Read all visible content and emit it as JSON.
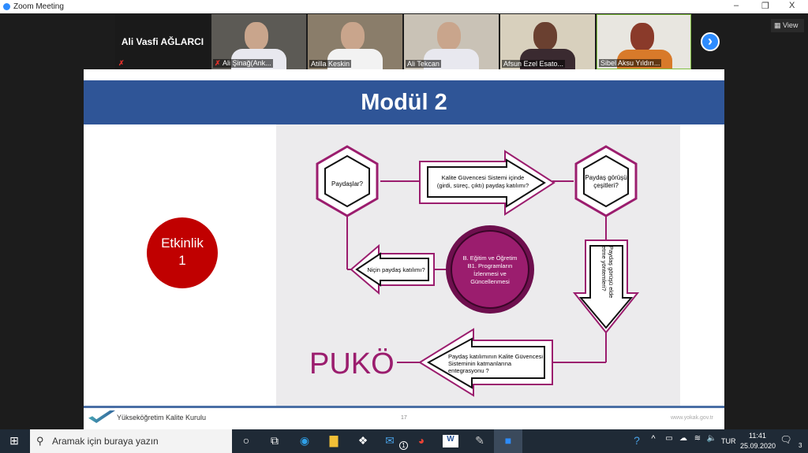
{
  "window": {
    "title": "Zoom Meeting",
    "minimize": "–",
    "restore": "❐",
    "close": "X"
  },
  "gallery": {
    "active_speaker": "Ali Vasfi AĞLARCI",
    "participants": [
      {
        "name": "Ali Şinağ(Ank...",
        "muted": true
      },
      {
        "name": "Atilla Keskin",
        "muted": false
      },
      {
        "name": "Ali Tekcan",
        "muted": false
      },
      {
        "name": "Afsun Ezel Esato...",
        "muted": false
      },
      {
        "name": "Sibel Aksu Yıldırı...",
        "muted": false
      }
    ],
    "next": "›",
    "view_label": "View"
  },
  "slide": {
    "title": "Modül 2",
    "activity": {
      "line1": "Etkinlik",
      "line2": "1"
    },
    "diagram": {
      "hex1": "Paydaşlar?",
      "arrow_right": [
        "Kalite Güvencesi Sistemi içinde",
        "(girdi, süreç, çıktı) paydaş katılımı?"
      ],
      "hex2": [
        "Paydaş görüşü",
        "çeşitleri?"
      ],
      "arrow_down": [
        "Paydaş görüşü elde",
        "etme yöntemleri?"
      ],
      "arrow_left_small": "Niçin paydaş katılımı?",
      "center": [
        "B. Eğitim ve Öğretim",
        "B1. Programların",
        "İzlenmesi ve",
        "Güncellenmesi"
      ],
      "arrow_left_big": [
        "Paydaş katılımının Kalite Güvencesi",
        "Sisteminin katmanlarına",
        "entegrasyonu ?"
      ],
      "puko": "PUKÖ"
    },
    "footer": {
      "org": "Yükseköğretim Kalite Kurulu",
      "page": "17",
      "url": "www.yokak.gov.tr"
    }
  },
  "taskbar": {
    "search_placeholder": "Aramak için buraya yazın",
    "mail_badge": "1",
    "lang": "TUR",
    "time": "11:41",
    "date": "25.09.2020",
    "notif_count": "3"
  },
  "colors": {
    "accent": "#9b1d6e",
    "band": "#2f5597",
    "etkinlik": "#c00000"
  }
}
